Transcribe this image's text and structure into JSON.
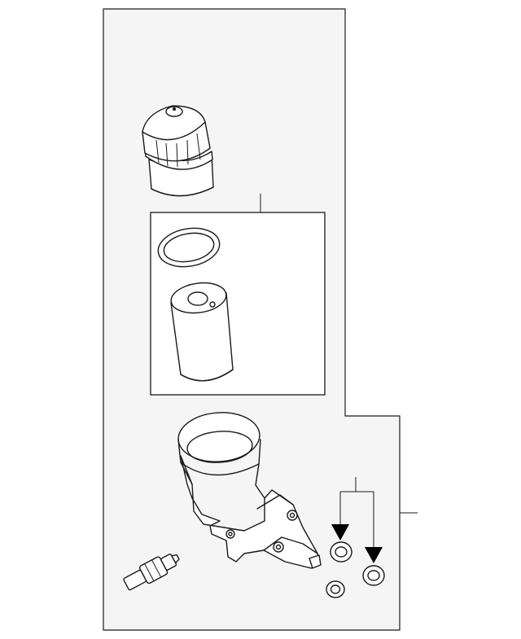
{
  "diagram": {
    "colors": {
      "panel_fill": "#f5f5f5",
      "stroke": "#1a1a1a",
      "arrow": "#000000",
      "background": "#ffffff"
    },
    "parts": [
      {
        "id": "filter-cap",
        "kind": "oil-filter-cap"
      },
      {
        "id": "filter-kit",
        "kind": "kit-box",
        "contains": [
          "o-ring",
          "filter-element"
        ]
      },
      {
        "id": "filter-housing",
        "kind": "oil-filter-housing"
      },
      {
        "id": "pressure-sensor",
        "kind": "oil-pressure-sensor"
      },
      {
        "id": "seal-set",
        "kind": "seals",
        "count": 3
      }
    ]
  }
}
